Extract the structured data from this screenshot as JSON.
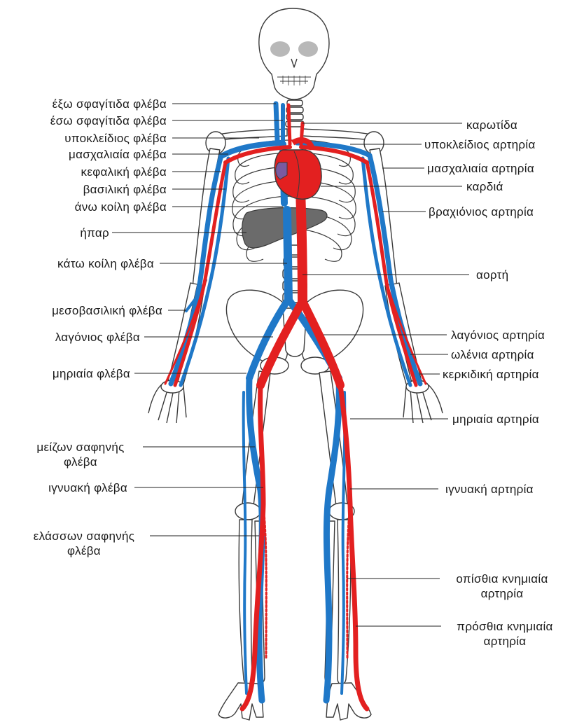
{
  "colors": {
    "artery": "#e32020",
    "vein": "#1f78c8",
    "bone_outline": "#3a3a3a",
    "organ": "#6b6b6b",
    "leader": "#222222"
  },
  "labels": {
    "ext_jugular": "έξω σφαγίτιδα φλέβα",
    "int_jugular": "έσω σφαγίτιδα φλέβα",
    "subclavian_vein": "υποκλείδιος φλέβα",
    "axillary_vein": "μασχαλιαία φλέβα",
    "cephalic_vein": "κεφαλική φλέβα",
    "basilic_vein": "βασιλική φλέβα",
    "sup_vena_cava": "άνω κοίλη φλέβα",
    "liver": "ήπαρ",
    "inf_vena_cava": "κάτω κοίλη φλέβα",
    "median_basilic_vein": "μεσοβασιλική φλέβα",
    "iliac_vein": "λαγόνιος φλέβα",
    "femoral_vein": "μηριαία φλέβα",
    "great_saphenous_line1": "μείζων σαφηνής",
    "great_saphenous_line2": "φλέβα",
    "popliteal_vein": "ιγνυακή φλέβα",
    "small_saphenous_line1": "ελάσσων σαφηνής",
    "small_saphenous_line2": "φλέβα",
    "carotid": "καρωτίδα",
    "subclavian_artery": "υποκλείδιος αρτηρία",
    "axillary_artery": "μασχαλιαία αρτηρία",
    "heart": "καρδιά",
    "brachial_artery": "βραχιόνιος αρτηρία",
    "aorta": "αορτή",
    "iliac_artery": "λαγόνιος αρτηρία",
    "ulnar_artery": "ωλένια αρτηρία",
    "radial_artery": "κερκιδική αρτηρία",
    "femoral_artery": "μηριαία αρτηρία",
    "popliteal_artery": "ιγνυακή αρτηρία",
    "post_tibial_line1": "οπίσθια κνημιαία",
    "post_tibial_line2": "αρτηρία",
    "ant_tibial_line1": "πρόσθια κνημιαία",
    "ant_tibial_line2": "αρτηρία"
  }
}
